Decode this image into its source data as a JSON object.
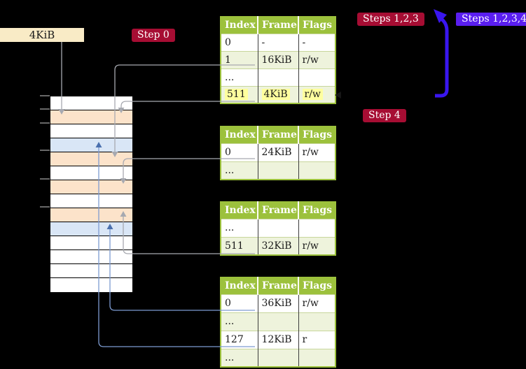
{
  "frame_label": "4KiB",
  "badges": {
    "step0": "Step 0",
    "steps123": "Steps 1,2,3",
    "steps1234": "Steps 1,2,3,4",
    "step4": "Step 4"
  },
  "table_headers": [
    "Index",
    "Frame",
    "Flags"
  ],
  "tables": [
    {
      "name": "level1-page-table",
      "rows": [
        {
          "index": "0",
          "frame": "-",
          "flags": "-",
          "shade": false,
          "highlight": false,
          "underline": false
        },
        {
          "index": "1",
          "frame": "16KiB",
          "flags": "r/w",
          "shade": true,
          "highlight": false,
          "underline": true
        },
        {
          "index": "...",
          "frame": "",
          "flags": "",
          "shade": false,
          "highlight": false,
          "underline": false
        },
        {
          "index": "511",
          "frame": "4KiB",
          "flags": "r/w",
          "shade": true,
          "highlight": true,
          "underline": true
        }
      ]
    },
    {
      "name": "level2-table-a",
      "rows": [
        {
          "index": "0",
          "frame": "24KiB",
          "flags": "r/w",
          "shade": false,
          "highlight": false,
          "underline": true
        },
        {
          "index": "...",
          "frame": "",
          "flags": "",
          "shade": true,
          "highlight": false,
          "underline": false
        }
      ]
    },
    {
      "name": "level2-table-b",
      "rows": [
        {
          "index": "...",
          "frame": "",
          "flags": "",
          "shade": false,
          "highlight": false,
          "underline": false
        },
        {
          "index": "511",
          "frame": "32KiB",
          "flags": "r/w",
          "shade": true,
          "highlight": false,
          "underline": true
        }
      ]
    },
    {
      "name": "level2-table-c",
      "rows": [
        {
          "index": "0",
          "frame": "36KiB",
          "flags": "r/w",
          "shade": false,
          "highlight": false,
          "underline": true,
          "blue": true
        },
        {
          "index": "...",
          "frame": "",
          "flags": "",
          "shade": true,
          "highlight": false,
          "underline": false
        },
        {
          "index": "127",
          "frame": "12KiB",
          "flags": "r",
          "shade": false,
          "highlight": false,
          "underline": true,
          "blue": true
        },
        {
          "index": "...",
          "frame": "",
          "flags": "",
          "shade": true,
          "highlight": false,
          "underline": false
        }
      ]
    }
  ],
  "memory_stack": {
    "rows": [
      "white",
      "peach",
      "white",
      "blue",
      "peach",
      "white",
      "peach",
      "white",
      "peach",
      "blue",
      "white",
      "white",
      "white",
      "white"
    ]
  },
  "colors": {
    "table_header_green": "#9cc13c",
    "table_row_green": "#eef3dc",
    "frame_peach": "#fce3ca",
    "frame_blue": "#d9e6f6",
    "badge_red": "#a60d33",
    "badge_blue": "#5a1ef0",
    "label_cream": "#f9ebc6",
    "highlight_yellow": "#ffff9e",
    "connector_gray": "#a7a9b0",
    "connector_blue": "#7d9bd1",
    "loop_arrow_blue": "#3a16ef"
  }
}
